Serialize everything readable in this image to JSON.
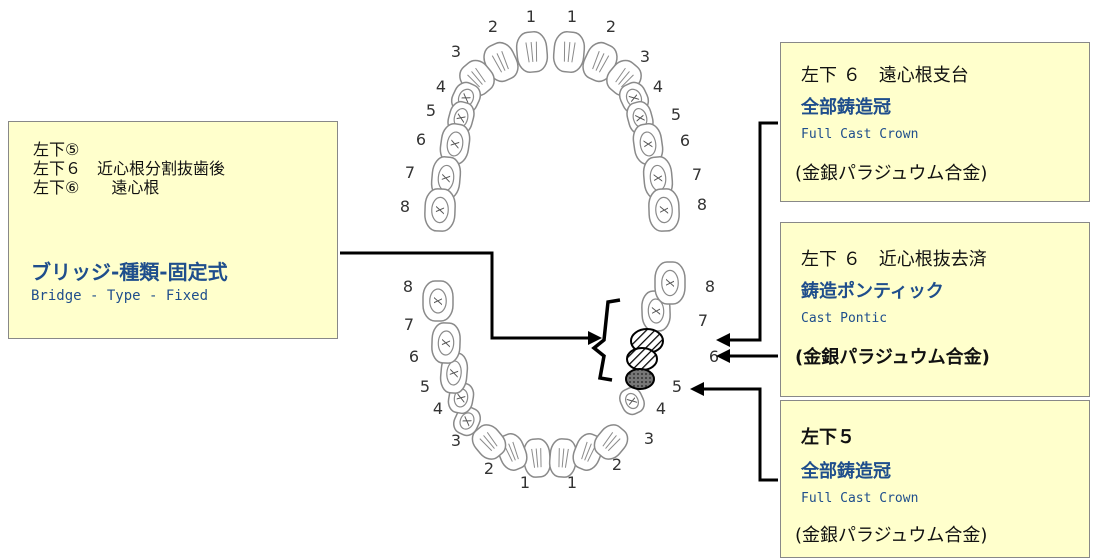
{
  "left_box": {
    "lines": [
      "左下⑤",
      "左下６　近心根分割抜歯後",
      "左下⑥　　遠心根"
    ],
    "title_jp": "ブリッジ-種類-固定式",
    "title_en": "Bridge - Type - Fixed"
  },
  "box_top": {
    "heading": "左下 ６　遠心根支台",
    "type_jp": "全部鋳造冠",
    "type_en": "Full Cast Crown",
    "material": "(金銀パラジュウム合金)"
  },
  "box_mid": {
    "heading": "左下 ６　近心根抜去済",
    "type_jp": "鋳造ポンティック",
    "type_en": "Cast Pontic",
    "material": "(金銀パラジュウム合金)"
  },
  "box_bottom": {
    "heading": "左下５",
    "type_jp": "全部鋳造冠",
    "type_en": "Full Cast Crown",
    "material": "(金銀パラジュウム合金)"
  },
  "upper_numbers": [
    "1",
    "1",
    "2",
    "2",
    "3",
    "3",
    "4",
    "4",
    "5",
    "5",
    "6",
    "6",
    "7",
    "7",
    "8",
    "8"
  ],
  "lower_numbers": [
    "8",
    "8",
    "7",
    "7",
    "6",
    "6",
    "5",
    "5",
    "4",
    "4",
    "3",
    "3",
    "2",
    "2",
    "1",
    "1"
  ],
  "tooth_mark": "X",
  "colors": {
    "box_fill": "#ffffcc",
    "accent_blue": "#1f4e8c",
    "tooth_outline": "#8a8a8a"
  }
}
